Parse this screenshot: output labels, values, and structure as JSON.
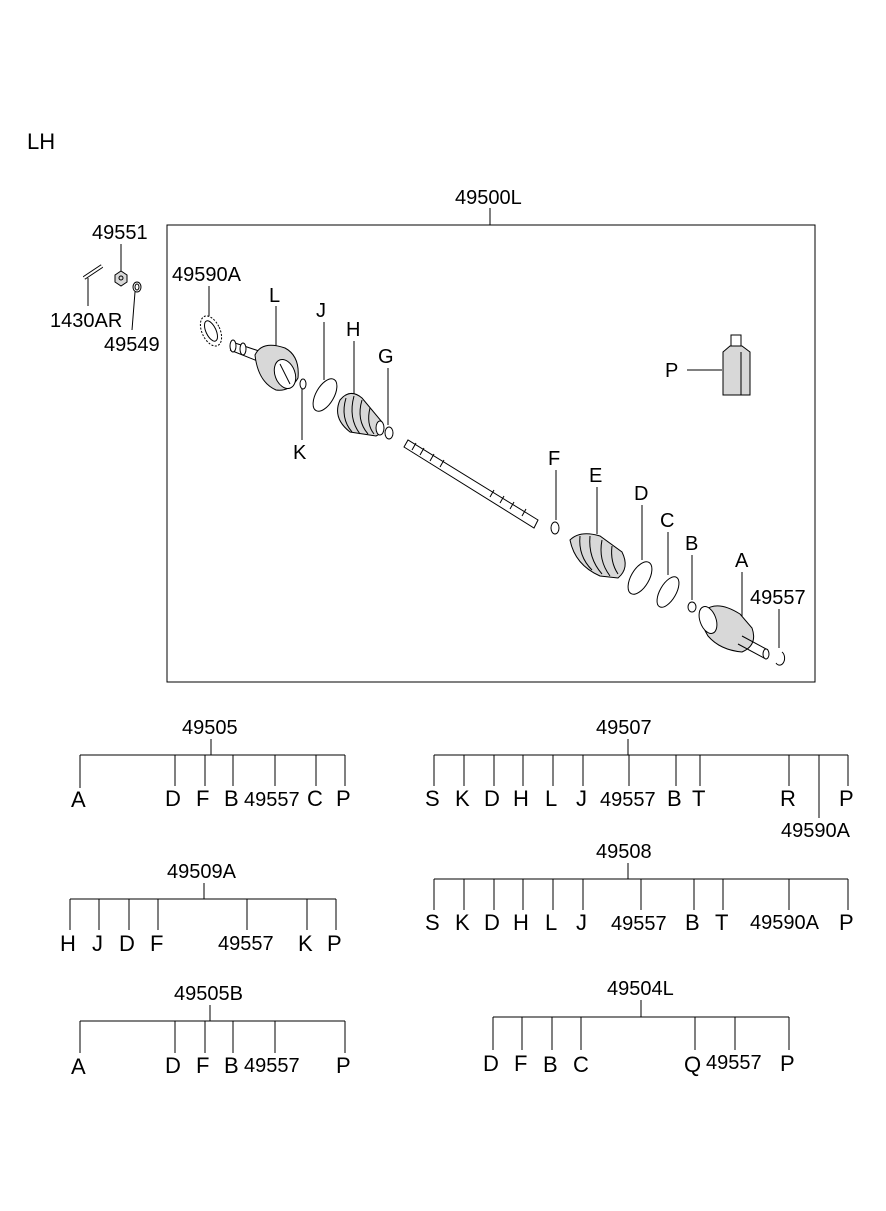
{
  "side_label": "LH",
  "main_assembly": {
    "number": "49500L",
    "external_labels": [
      "49551",
      "1430AR",
      "49549"
    ],
    "callouts": {
      "c49590A": "49590A",
      "L": "L",
      "J": "J",
      "H": "H",
      "G": "G",
      "K": "K",
      "F": "F",
      "E": "E",
      "D": "D",
      "C": "C",
      "B": "B",
      "A": "A",
      "c49557": "49557",
      "P": "P"
    }
  },
  "kits": [
    {
      "id": "k49505",
      "number": "49505",
      "items": [
        "A",
        "D",
        "F",
        "B",
        "49557",
        "C",
        "P"
      ]
    },
    {
      "id": "k49507",
      "number": "49507",
      "items": [
        "S",
        "K",
        "D",
        "H",
        "L",
        "J",
        "49557",
        "B",
        "T",
        "R",
        "49590A",
        "P"
      ]
    },
    {
      "id": "k49509A",
      "number": "49509A",
      "items": [
        "H",
        "J",
        "D",
        "F",
        "49557",
        "K",
        "P"
      ]
    },
    {
      "id": "k49508",
      "number": "49508",
      "items": [
        "S",
        "K",
        "D",
        "H",
        "L",
        "J",
        "49557",
        "B",
        "T",
        "49590A",
        "P"
      ]
    },
    {
      "id": "k49505B",
      "number": "49505B",
      "items": [
        "A",
        "D",
        "F",
        "B",
        "49557",
        "P"
      ]
    },
    {
      "id": "k49504L",
      "number": "49504L",
      "items": [
        "D",
        "F",
        "B",
        "C",
        "Q",
        "49557",
        "P"
      ]
    }
  ]
}
